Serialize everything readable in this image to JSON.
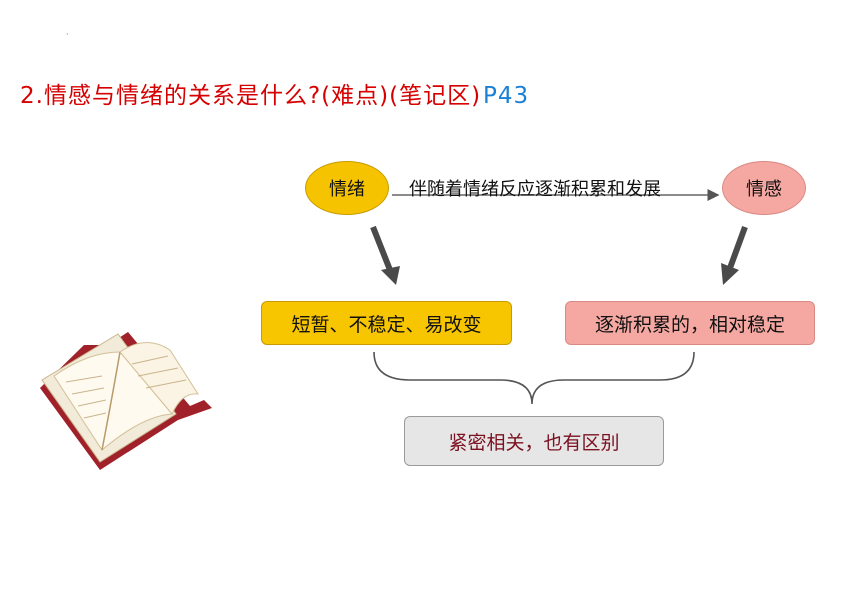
{
  "heading": {
    "text": "2.情感与情绪的关系是什么?(难点)(笔记区)",
    "page_ref": "P43"
  },
  "diagram": {
    "emotion_node": "情绪",
    "feeling_node": "情感",
    "relation_label": "伴随着情绪反应逐渐积累和发展",
    "emotion_trait": "短暂、不稳定、易改变",
    "feeling_trait": "逐渐积累的，相对稳定",
    "summary": "紧密相关，也有区别"
  },
  "colors": {
    "title_red": "#d60000",
    "page_ref_blue": "#1a7fd6",
    "emotion_yellow": "#f6c300",
    "feeling_pink": "#f5a8a2",
    "summary_gray": "#e6e6e6",
    "summary_text": "#7a1020"
  },
  "icons": [
    "open-book-icon"
  ]
}
